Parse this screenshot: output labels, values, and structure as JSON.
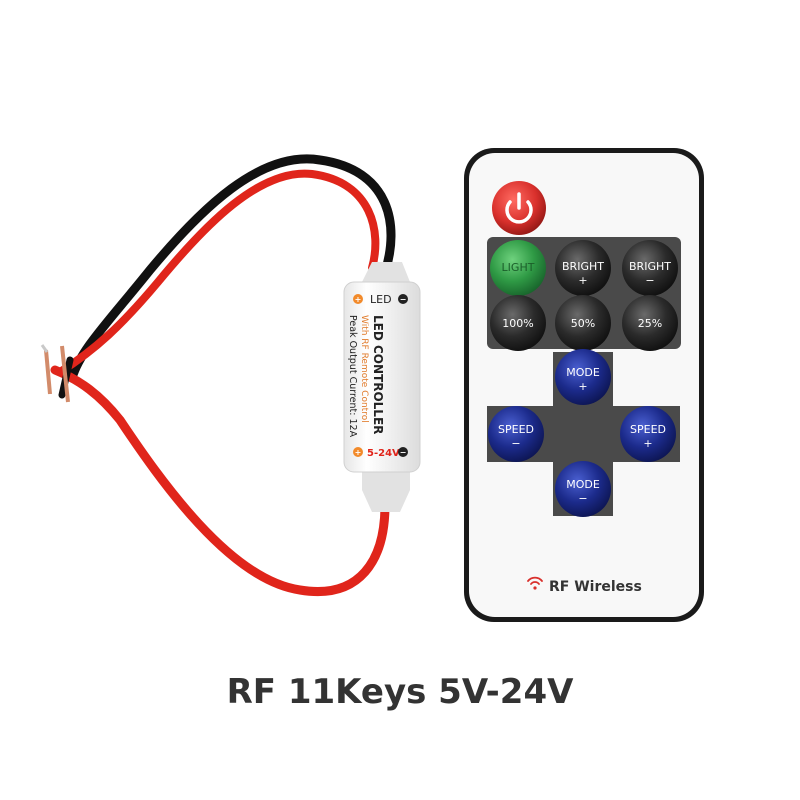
{
  "caption": "RF 11Keys 5V-24V",
  "controller": {
    "led_label": "LED",
    "title": "LED CONTROLLER",
    "subtitle": "With RF Remote Control",
    "spec": "Peak Output Current: 12A",
    "voltage_label": "5-24V"
  },
  "remote": {
    "top_row": [
      {
        "label": "LIGHT",
        "sub": ""
      },
      {
        "label": "BRIGHT",
        "sub": "+"
      },
      {
        "label": "BRIGHT",
        "sub": "−"
      }
    ],
    "percent_row": [
      "100%",
      "50%",
      "25%"
    ],
    "mode_up": {
      "label": "MODE",
      "sub": "+"
    },
    "mode_down": {
      "label": "MODE",
      "sub": "−"
    },
    "speed_left": {
      "label": "SPEED",
      "sub": "−"
    },
    "speed_right": {
      "label": "SPEED",
      "sub": "+"
    },
    "brand": "RF Wireless"
  },
  "colors": {
    "wire_red": "#e0251b",
    "wire_black": "#111111",
    "remote_body": "#f8f8f8",
    "power_button": "#d9302c",
    "light_button": "#2f9a45",
    "grey_button": "#2a2a2a",
    "blue_button": "#1b2a8a",
    "panel": "#4a4a4a"
  },
  "icons": [
    "power-icon",
    "wifi-icon",
    "plus-terminal-icon",
    "minus-terminal-icon"
  ]
}
